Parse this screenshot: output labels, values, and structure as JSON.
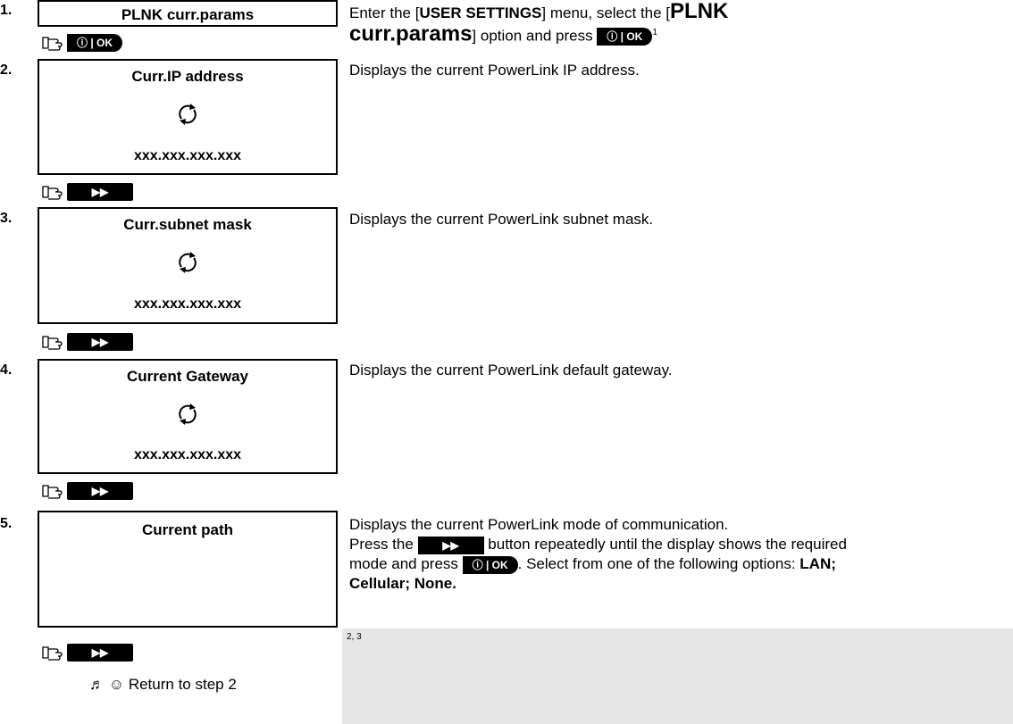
{
  "steps": [
    {
      "num": "1.",
      "lcd_title": "PLNK curr.params",
      "key": "ok"
    },
    {
      "num": "2.",
      "lcd_title": "Curr.IP address",
      "lcd_value": "xxx.xxx.xxx.xxx",
      "key": "next",
      "desc": "Displays the current PowerLink IP address."
    },
    {
      "num": "3.",
      "lcd_title": "Curr.subnet mask",
      "lcd_value": "xxx.xxx.xxx.xxx",
      "key": "next",
      "desc": "Displays the current PowerLink subnet mask."
    },
    {
      "num": "4.",
      "lcd_title": "Current Gateway",
      "lcd_value": "xxx.xxx.xxx.xxx",
      "key": "next",
      "desc": "Displays the current PowerLink default gateway."
    },
    {
      "num": "5.",
      "lcd_title": "Current path",
      "key": "next",
      "desc": "Displays the current PowerLink mode of communication."
    }
  ],
  "step1_desc": {
    "part1": "Enter the [",
    "menu": "USER SETTINGS",
    "part2": "] menu, select the [",
    "option_line1": "PLNK",
    "option_line2": "curr.params",
    "part3": "] option and press",
    "footnote": "1"
  },
  "step5_desc": {
    "part1": "Press the",
    "part2": "button repeatedly until the display shows the required",
    "part3": "mode and press",
    "part4": ". Select from one of the following options:",
    "options": "LAN;",
    "options2": "Cellular; None."
  },
  "keys": {
    "ok_label": "ⓘ | OK",
    "next_label": "▶▶"
  },
  "notes_ref": "2, 3",
  "return_text": "Return to step 2",
  "return_icons": "♬ ☺"
}
